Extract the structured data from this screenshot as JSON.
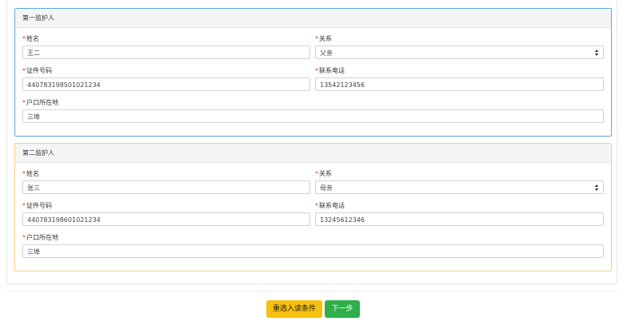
{
  "guardian1": {
    "title": "第一监护人",
    "name_label": "姓名",
    "name_value": "王二",
    "relation_label": "关系",
    "relation_value": "父亲",
    "id_label": "证件号码",
    "id_value": "440783198501021234",
    "phone_label": "联系电话",
    "phone_value": "13542123456",
    "hukou_label": "户口所在地",
    "hukou_value": "三埠"
  },
  "guardian2": {
    "title": "第二监护人",
    "name_label": "姓名",
    "name_value": "张三",
    "relation_label": "关系",
    "relation_value": "母亲",
    "id_label": "证件号码",
    "id_value": "440783198601021234",
    "phone_label": "联系电话",
    "phone_value": "13245612346",
    "hukou_label": "户口所在地",
    "hukou_value": "三埠"
  },
  "required_mark": "*",
  "buttons": {
    "reset": "重选入读条件",
    "next": "下一步"
  },
  "colors": {
    "panel1_border": "#5aa9e6",
    "panel2_border": "#f2d47a",
    "reset_button": "#f6c00e",
    "next_button": "#2fae4a",
    "required": "#e53935"
  }
}
